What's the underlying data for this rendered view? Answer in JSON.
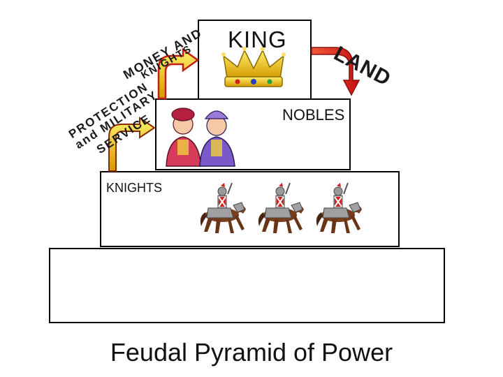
{
  "title": "Feudal Pyramid of Power",
  "levels": {
    "king": "KING",
    "nobles": "NOBLES",
    "knights": "KNIGHTS",
    "peasants": ""
  },
  "exchanges": {
    "land": "LAND",
    "money_line1": "MONEY AND",
    "money_line2": "KNIGHTS",
    "protection_line1": "PROTECTION",
    "protection_line2": "and MILITARY",
    "protection_line3": "SERVICE"
  },
  "colors": {
    "arrow_fill": "#f5c400",
    "arrow_fill_red": "#e02020",
    "arrow_stroke": "#8a2a00"
  },
  "icons": [
    "crown-icon",
    "nobles-couple-icon",
    "knight-on-horse-icon"
  ]
}
